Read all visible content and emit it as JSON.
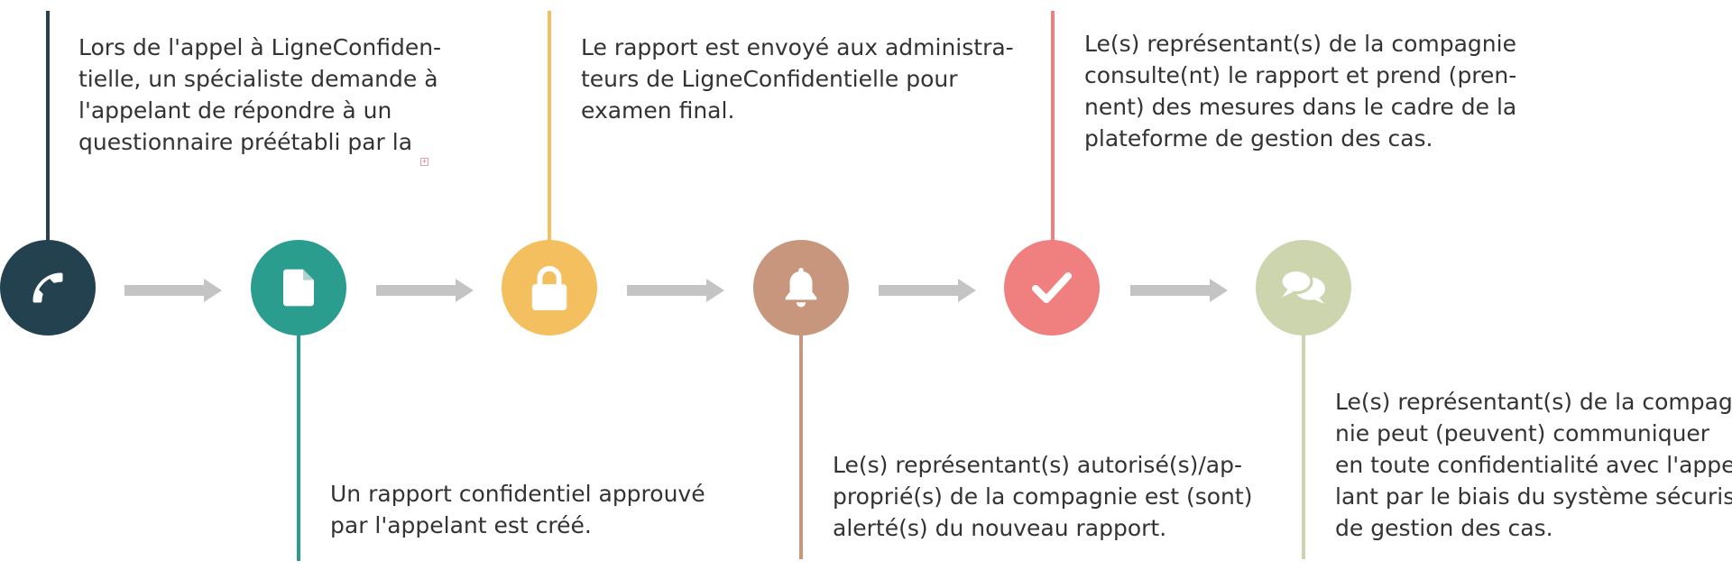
{
  "colors": {
    "call": "#24414f",
    "report": "#2a9d8f",
    "lock": "#f4bf5f",
    "alert": "#c8967c",
    "check": "#f08080",
    "chat": "#ccd5ae",
    "arrow": "#c4c4c4",
    "text": "#333333"
  },
  "steps": [
    {
      "icon": "phone-icon",
      "color": "call",
      "lines": [
        "Lors de l'appel à LigneConfiden-",
        "tielle, un spécialiste demande à",
        "l'appelant de répondre à un",
        "questionnaire préétabli par la"
      ]
    },
    {
      "icon": "document-icon",
      "color": "report",
      "lines": [
        "Un rapport confidentiel approuvé",
        "par l'appelant est créé."
      ]
    },
    {
      "icon": "lock-icon",
      "color": "lock",
      "lines": [
        "Le rapport est envoyé aux administra-",
        "teurs de LigneConfidentielle pour",
        "examen final."
      ]
    },
    {
      "icon": "bell-icon",
      "color": "alert",
      "lines": [
        "Le(s) représentant(s) autorisé(s)/ap-",
        "proprié(s) de la compagnie est (sont)",
        "alerté(s) du nouveau rapport."
      ]
    },
    {
      "icon": "checkmark-icon",
      "color": "check",
      "lines": [
        "Le(s) représentant(s) de la compagnie",
        "consulte(nt) le rapport et prend (pren-",
        "nent) des mesures dans le cadre de la",
        "plateforme de gestion des cas."
      ]
    },
    {
      "icon": "chat-bubbles-icon",
      "color": "chat",
      "lines": [
        "Le(s) représentant(s) de la compag-",
        "nie peut (peuvent) communiquer",
        "en toute confidentialité avec l'appe-",
        "lant par le biais du système sécurisé",
        "de gestion des cas."
      ]
    }
  ]
}
